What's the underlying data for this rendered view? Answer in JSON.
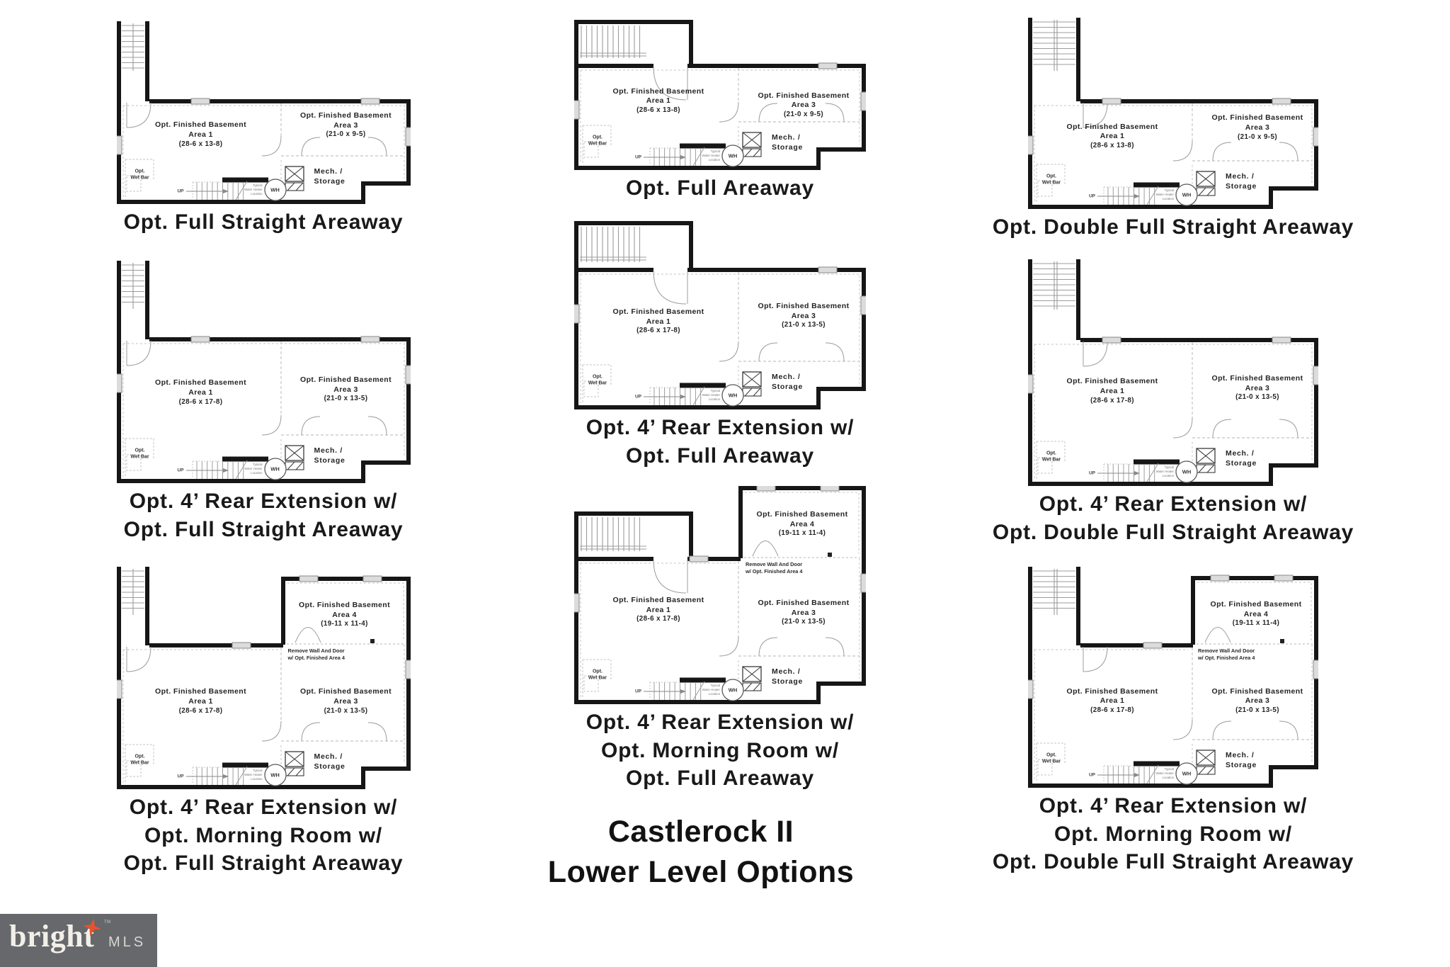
{
  "title": {
    "line1": "Castlerock II",
    "line2": "Lower Level Options"
  },
  "rooms": {
    "finished": "Opt. Finished Basement",
    "area1": "Area 1",
    "area3": "Area 3",
    "area4": "Area 4",
    "a1_dims_base": "(28-6 x 13-8)",
    "a1_dims_ext": "(28-6 x 17-8)",
    "a3_dims_base": "(21-0 x 9-5)",
    "a3_dims_ext": "(21-0 x 13-5)",
    "a4_dims": "(19-11 x 11-4)",
    "mech": "Mech. /",
    "storage": "Storage",
    "opt": "Opt.",
    "wetbar": "Wet Bar",
    "up": "UP",
    "wh": "WH",
    "wh_note1": "Typical",
    "wh_note2": "Water Heater",
    "wh_note3": "Location",
    "remove1": "Remove Wall And Door",
    "remove2": "w/ Opt. Finished Area 4"
  },
  "plans": [
    {
      "caption": [
        "Opt. Full Straight Areaway"
      ]
    },
    {
      "caption": [
        "Opt. Full Areaway"
      ]
    },
    {
      "caption": [
        "Opt. Double Full Straight Areaway"
      ]
    },
    {
      "caption": [
        "Opt. 4’ Rear Extension w/",
        "Opt. Full Straight Areaway"
      ]
    },
    {
      "caption": [
        "Opt. 4’ Rear Extension w/",
        "Opt. Full Areaway"
      ]
    },
    {
      "caption": [
        "Opt. 4’ Rear Extension w/",
        "Opt. Double Full Straight Areaway"
      ]
    },
    {
      "caption": [
        "Opt. 4’ Rear Extension w/",
        "Opt. Morning Room w/",
        "Opt. Full Straight Areaway"
      ]
    },
    {
      "caption": [
        "Opt. 4’ Rear Extension w/",
        "Opt. Morning Room w/",
        "Opt. Full Areaway"
      ]
    },
    {
      "caption": [
        "Opt. 4’ Rear Extension w/",
        "Opt. Morning Room w/",
        "Opt. Double Full Straight Areaway"
      ]
    }
  ],
  "logo": {
    "brand": "bright",
    "tm": "TM",
    "mls": "MLS",
    "bg_color": "#66686b",
    "star_color": "#e8532a"
  }
}
